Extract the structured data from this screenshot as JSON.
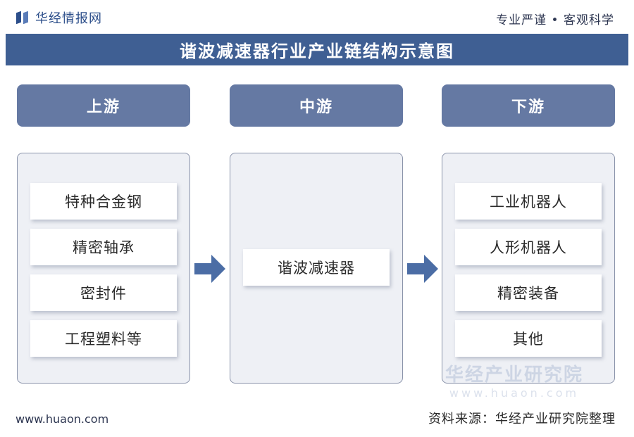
{
  "brand": {
    "name": "华经情报网",
    "logo_icon": "huajing-logo-icon"
  },
  "motto": "专业严谨 • 客观科学",
  "title": "谐波减速器行业产业链结构示意图",
  "columns": [
    {
      "header": "上游",
      "items": [
        "特种合金钢",
        "精密轴承",
        "密封件",
        "工程塑料等"
      ]
    },
    {
      "header": "中游",
      "items": [
        "谐波减速器"
      ]
    },
    {
      "header": "下游",
      "items": [
        "工业机器人",
        "人形机器人",
        "精密装备",
        "其他"
      ]
    }
  ],
  "arrows": [
    "arrow-right-icon",
    "arrow-right-icon"
  ],
  "watermark": {
    "cn": "华经产业研究院",
    "en": "www.huaon.com"
  },
  "footer": {
    "website": "www.huaon.com",
    "source": "资料来源：华经产业研究院整理"
  },
  "colors": {
    "title_band": "#3f5f93",
    "header": "#6579a3",
    "panel": "#eef0f5",
    "brand": "#2c4e8a"
  }
}
